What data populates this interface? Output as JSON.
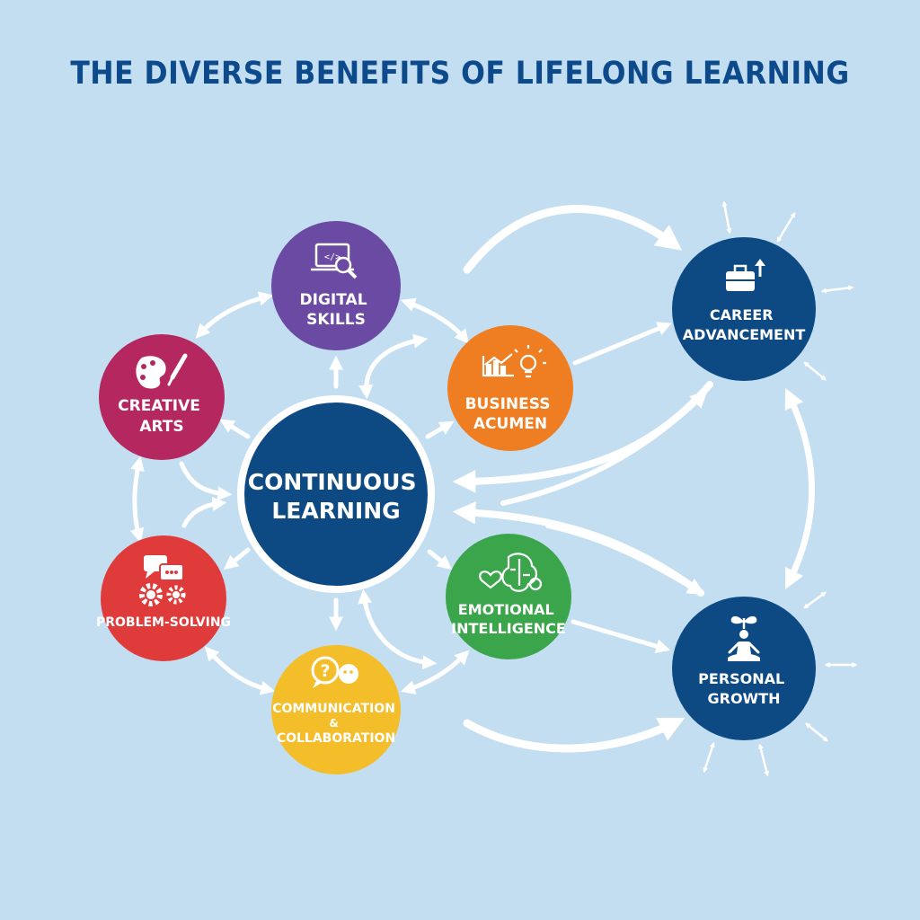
{
  "title": "THE DIVERSE BENEFITS OF LIFELONG LEARNING",
  "colors": {
    "background": "#c3def1",
    "title": "#0d4a8c",
    "navy": "#0d4a84",
    "purple": "#6b4aa3",
    "magenta": "#b5285f",
    "orange": "#ef7d22",
    "red": "#e03b3b",
    "green": "#3aa54a",
    "yellow": "#f4bd2a",
    "arrow": "#ffffff"
  },
  "nodes": {
    "center": {
      "lines": [
        "CONTINUOUS",
        "LEARNING"
      ]
    },
    "digital": {
      "lines": [
        "DIGITAL",
        "SKILLS"
      ],
      "icon": "laptop-code-search-icon"
    },
    "creative": {
      "lines": [
        "CREATIVE",
        "ARTS"
      ],
      "icon": "palette-brush-icon"
    },
    "business": {
      "lines": [
        "BUSINESS",
        "ACUMEN"
      ],
      "icon": "chart-lightbulb-icon"
    },
    "problem": {
      "lines": [
        "PROBLEM-SOLVING"
      ],
      "icon": "chat-gears-icon"
    },
    "emotional": {
      "lines": [
        "EMOTIONAL",
        "INTELLIGENCE"
      ],
      "icon": "heart-brain-icon"
    },
    "comm": {
      "lines": [
        "COMMUNICATION",
        "&",
        "COLLABORATION"
      ],
      "icon": "speech-bubbles-icon"
    },
    "career": {
      "lines": [
        "CAREER",
        "ADVANCEMENT"
      ],
      "icon": "briefcase-growth-icon"
    },
    "growth": {
      "lines": [
        "PERSONAL",
        "GROWTH"
      ],
      "icon": "meditation-sprout-icon"
    }
  }
}
